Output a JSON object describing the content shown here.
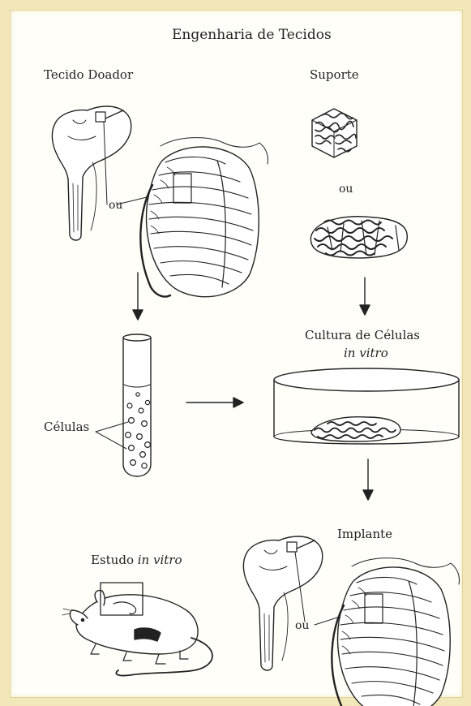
{
  "title": "Engenharia de Tecidos",
  "labels": {
    "donor_tissue": "Tecido Doador",
    "scaffold": "Suporte",
    "or_donor": "ou",
    "or_scaffold": "ou",
    "cell_culture": "Cultura de Células",
    "in_vitro_culture": "in vitro",
    "cells": "Células",
    "implant": "Implante",
    "study_prefix": "Estudo",
    "in_vitro_study": "in vitro",
    "or_implant": "ou"
  },
  "colors": {
    "outer_background": "#f1e7b8",
    "panel_background": "#fffef8",
    "ink": "#222222"
  },
  "icons": [
    "knee-bone-icon",
    "ribcage-icon",
    "scaffold-cube-icon",
    "scaffold-mesh-icon",
    "test-tube-icon",
    "petri-dish-icon",
    "rat-icon",
    "arrow-down-icon",
    "arrow-right-icon"
  ]
}
